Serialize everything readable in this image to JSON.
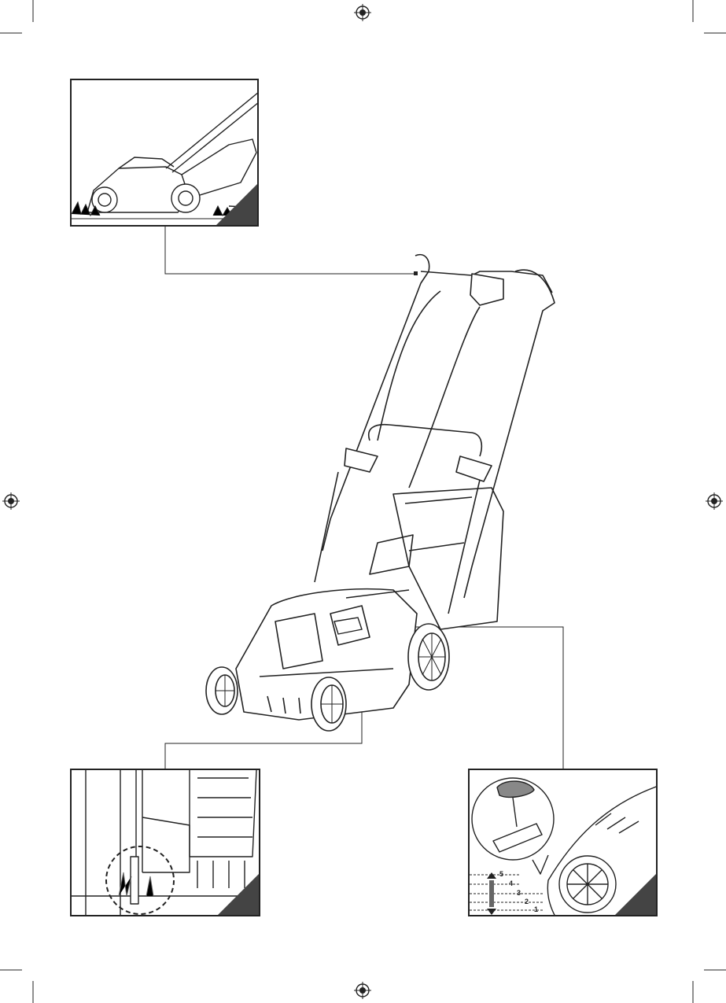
{
  "page": {
    "height_levels": [
      "5",
      "4",
      "3",
      "2",
      "1"
    ]
  },
  "icons": {
    "registration": "registration-mark-icon",
    "corner": "page-corner-icon"
  },
  "colors": {
    "line": "#222222",
    "corner_fill": "#444444",
    "background": "#ffffff"
  }
}
